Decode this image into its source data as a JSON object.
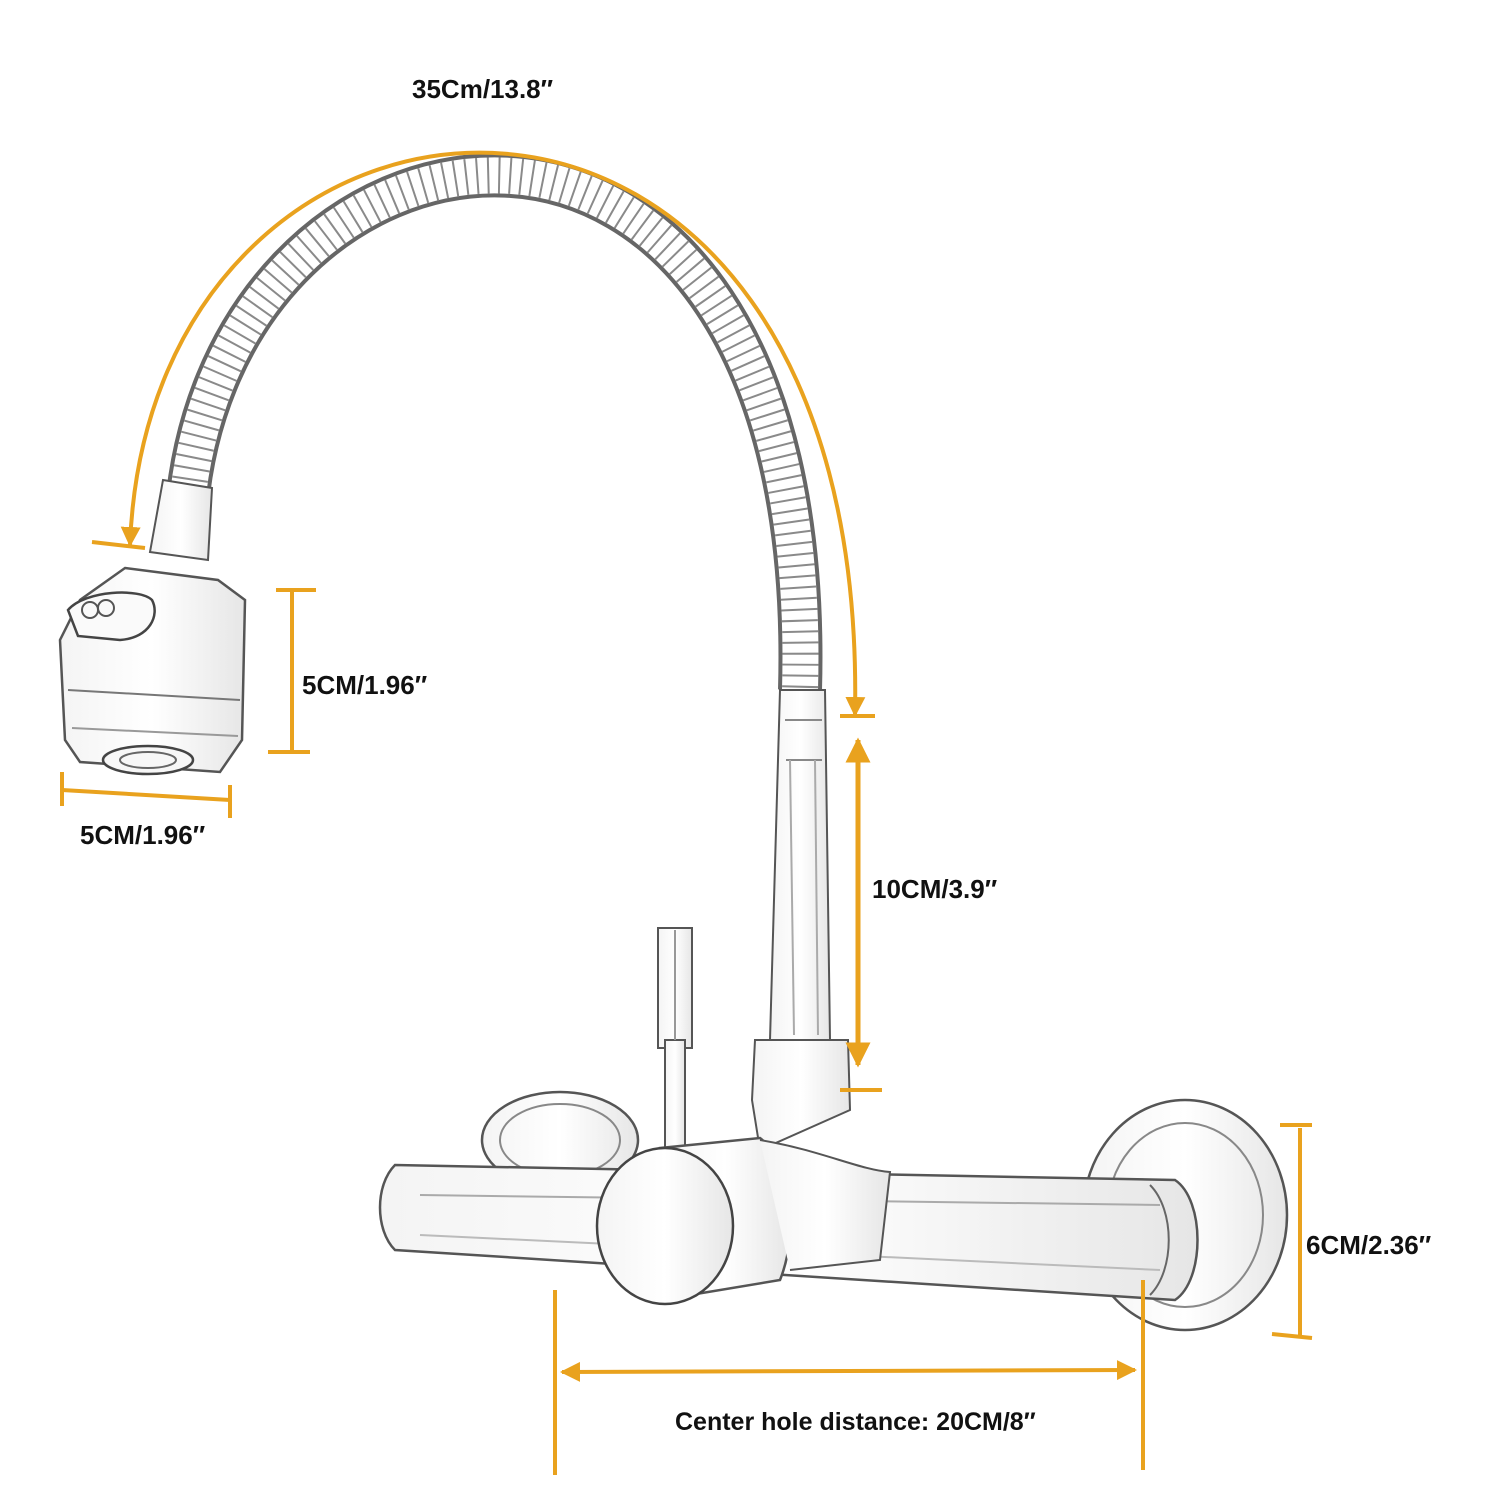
{
  "dimensions": {
    "hose_length": "35Cm/13.8″",
    "spray_head_height": "5CM/1.96″",
    "spray_head_width": "5CM/1.96″",
    "spout_base_height": "10CM/3.9″",
    "flange_diameter": "6CM/2.36″",
    "center_hole_distance": "Center hole distance: 20CM/8″"
  },
  "colors": {
    "dimension_line": "#E9A21E",
    "drawing_stroke": "#555555",
    "label_text": "#111111",
    "background": "#FFFFFF"
  },
  "product": "wall-mounted faucet with flexible spring hose and spray head"
}
